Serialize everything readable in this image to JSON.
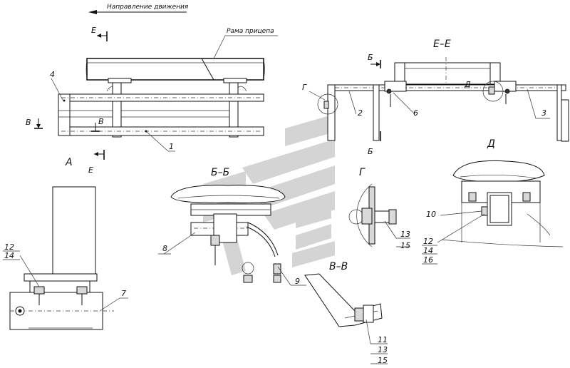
{
  "direction_label": "Направление движения",
  "frame_label": "Рама прицепа",
  "views": {
    "E_E": "Е–Е",
    "B_B": "Б–Б",
    "V_V": "В–В",
    "A": "А",
    "G": "Г",
    "D": "Д"
  },
  "section_marks": {
    "E": "Е",
    "B": "В",
    "Bsmall": "Б",
    "G": "Г",
    "D": "Д"
  },
  "callouts": {
    "c1": "1",
    "c2": "2",
    "c3": "3",
    "c4": "4",
    "c6": "6",
    "c7": "7",
    "c8": "8",
    "c9": "9",
    "c10": "10",
    "c11": "11",
    "c12": "12",
    "c13": "13",
    "c14": "14",
    "c15": "15",
    "c16": "16"
  },
  "colors": {
    "line": "#111111",
    "watermark": "#d4d4d4"
  }
}
